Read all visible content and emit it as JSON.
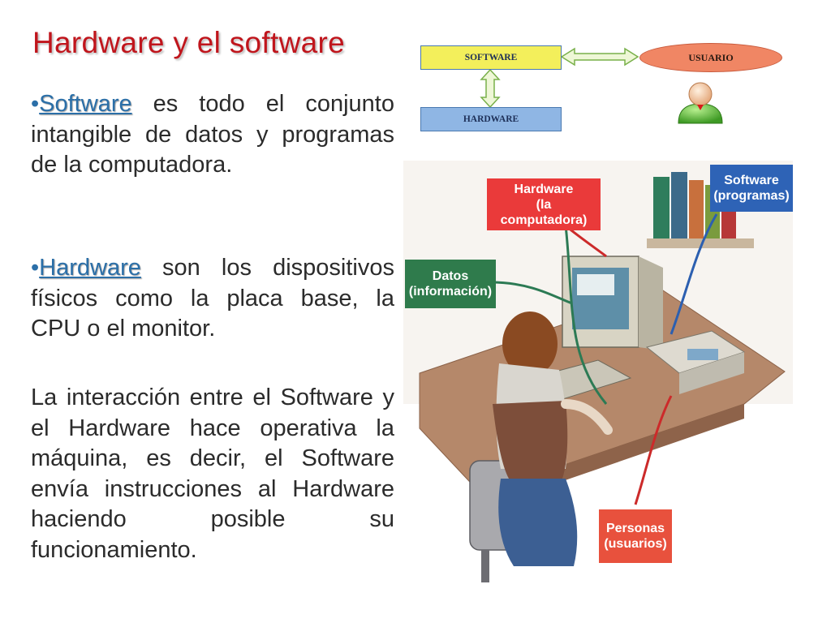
{
  "slide": {
    "title": "Hardware y el software"
  },
  "text": {
    "p1": {
      "bullet": "•",
      "term": "Software",
      "rest": " es todo el conjunto intangible de datos y programas de la computadora."
    },
    "p2": {
      "bullet": "•",
      "term": "Hardware",
      "rest": " son los dispositivos físicos como la placa base, la CPU o el monitor."
    },
    "p3": "La interacción entre el Software y el Hardware hace operativa la máquina, es decir, el Software envía instrucciones al Hardware haciendo posible su funcionamiento."
  },
  "diagram": {
    "software": "SOFTWARE",
    "hardware": "HARDWARE",
    "usuario": "USUARIO"
  },
  "illustration": {
    "hardware_line1": "Hardware",
    "hardware_line2": "(la computadora)",
    "software_line1": "Software",
    "software_line2": "(programas)",
    "datos_line1": "Datos",
    "datos_line2": "(información)",
    "personas_line1": "Personas",
    "personas_line2": "(usuarios)"
  },
  "colors": {
    "title": "#c0151c",
    "accent": "#2b6fa8",
    "software_box": "#f3ef5b",
    "hardware_box": "#8fb6e4",
    "usuario_oval": "#f08664",
    "label_hardware": "#ea3a3a",
    "label_software": "#2e63b6",
    "label_datos": "#2f7b4c",
    "label_personas": "#e8513d"
  }
}
